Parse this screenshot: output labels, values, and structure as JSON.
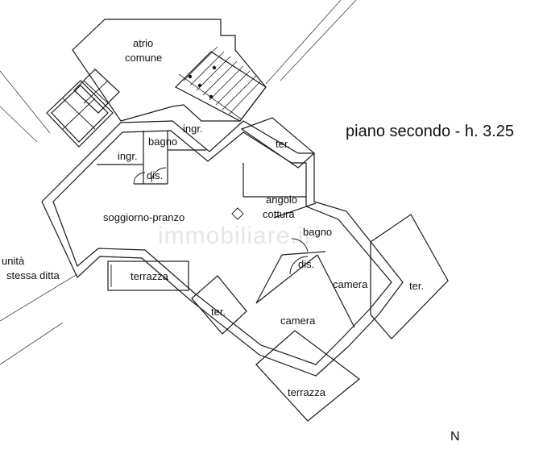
{
  "title": "piano secondo - h. 3.25",
  "north": "N",
  "watermark": "immobiliare.it",
  "rooms": {
    "atrio_line1": "atrio",
    "atrio_line2": "comune",
    "ingr_upper": "ingr.",
    "ingr_left": "ingr.",
    "bagno_left": "bagno",
    "dis_left": "dis.",
    "ter_top": "ter.",
    "soggiorno": "soggiorno-pranzo",
    "angolo_line1": "angolo",
    "angolo_line2": "cottura",
    "bagno_right": "bagno",
    "dis_right": "dis.",
    "camera_right": "camera",
    "ter_right": "ter.",
    "camera_center": "camera",
    "ter_lower": "ter.",
    "terrazza_left": "terrazza",
    "terrazza_bottom": "terrazza"
  },
  "neighbour": {
    "line1": "unità",
    "line2": "stessa ditta"
  }
}
